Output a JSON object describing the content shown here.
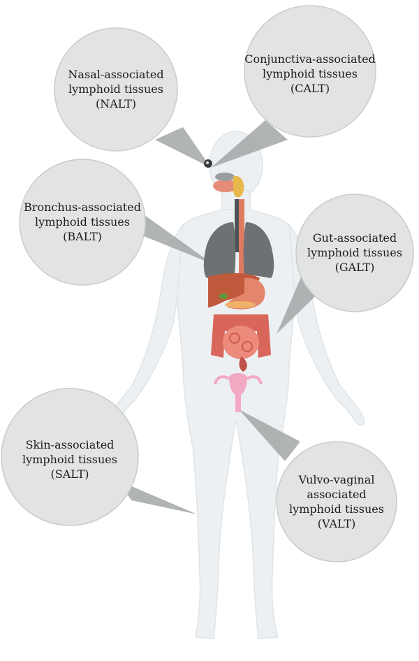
{
  "bubbles": {
    "nalt": {
      "line1": "Nasal-associated",
      "line2": "lymphoid tissues",
      "line3": "(NALT)"
    },
    "calt": {
      "line1": "Conjunctiva-associated",
      "line2": "lymphoid tissues",
      "line3": "(CALT)"
    },
    "balt": {
      "line1": "Bronchus-associated",
      "line2": "lymphoid tissues",
      "line3": "(BALT)"
    },
    "galt": {
      "line1": "Gut-associated",
      "line2": "lymphoid tissues",
      "line3": "(GALT)"
    },
    "salt": {
      "line1": "Skin-associated",
      "line2": "lymphoid tissues",
      "line3": "(SALT)"
    },
    "valt": {
      "line1": "Vulvo-vaginal",
      "line2": "associated",
      "line3": "lymphoid tissues",
      "line4": "(VALT)"
    }
  },
  "colors": {
    "bubble_fill": "#e2e3e3",
    "bubble_stroke": "#c9cccc",
    "pointer_fill": "#a3a7a8",
    "body_fill": "#edf0f2",
    "body_stroke": "#dfe4e8",
    "lung_fill": "#6e7173",
    "liver_fill": "#c05a3c",
    "stomach_fill": "#e3866c",
    "intestine_fill": "#e97d6e",
    "uterus_fill": "#f2a9c3",
    "esophagus_fill": "#e07a63",
    "thyroid_fill": "#e8b84a"
  }
}
